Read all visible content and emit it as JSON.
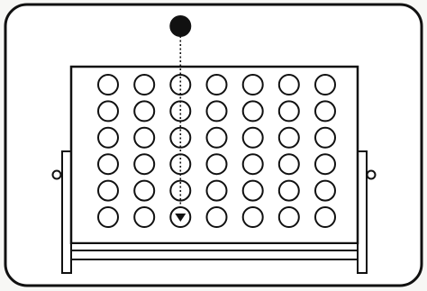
{
  "game": {
    "board": {
      "columns": 7,
      "rows": 6
    },
    "drop_column": 3,
    "drop_target_row": 6,
    "colors": {
      "background": "#f7f7f5",
      "ink": "#111111",
      "board_fill": "#ffffff",
      "frame_fill": "#ffffff"
    },
    "icons": {
      "disc": "black-disc-icon",
      "slot": "empty-slot-icon",
      "drop_arrow": "down-triangle-icon"
    }
  }
}
